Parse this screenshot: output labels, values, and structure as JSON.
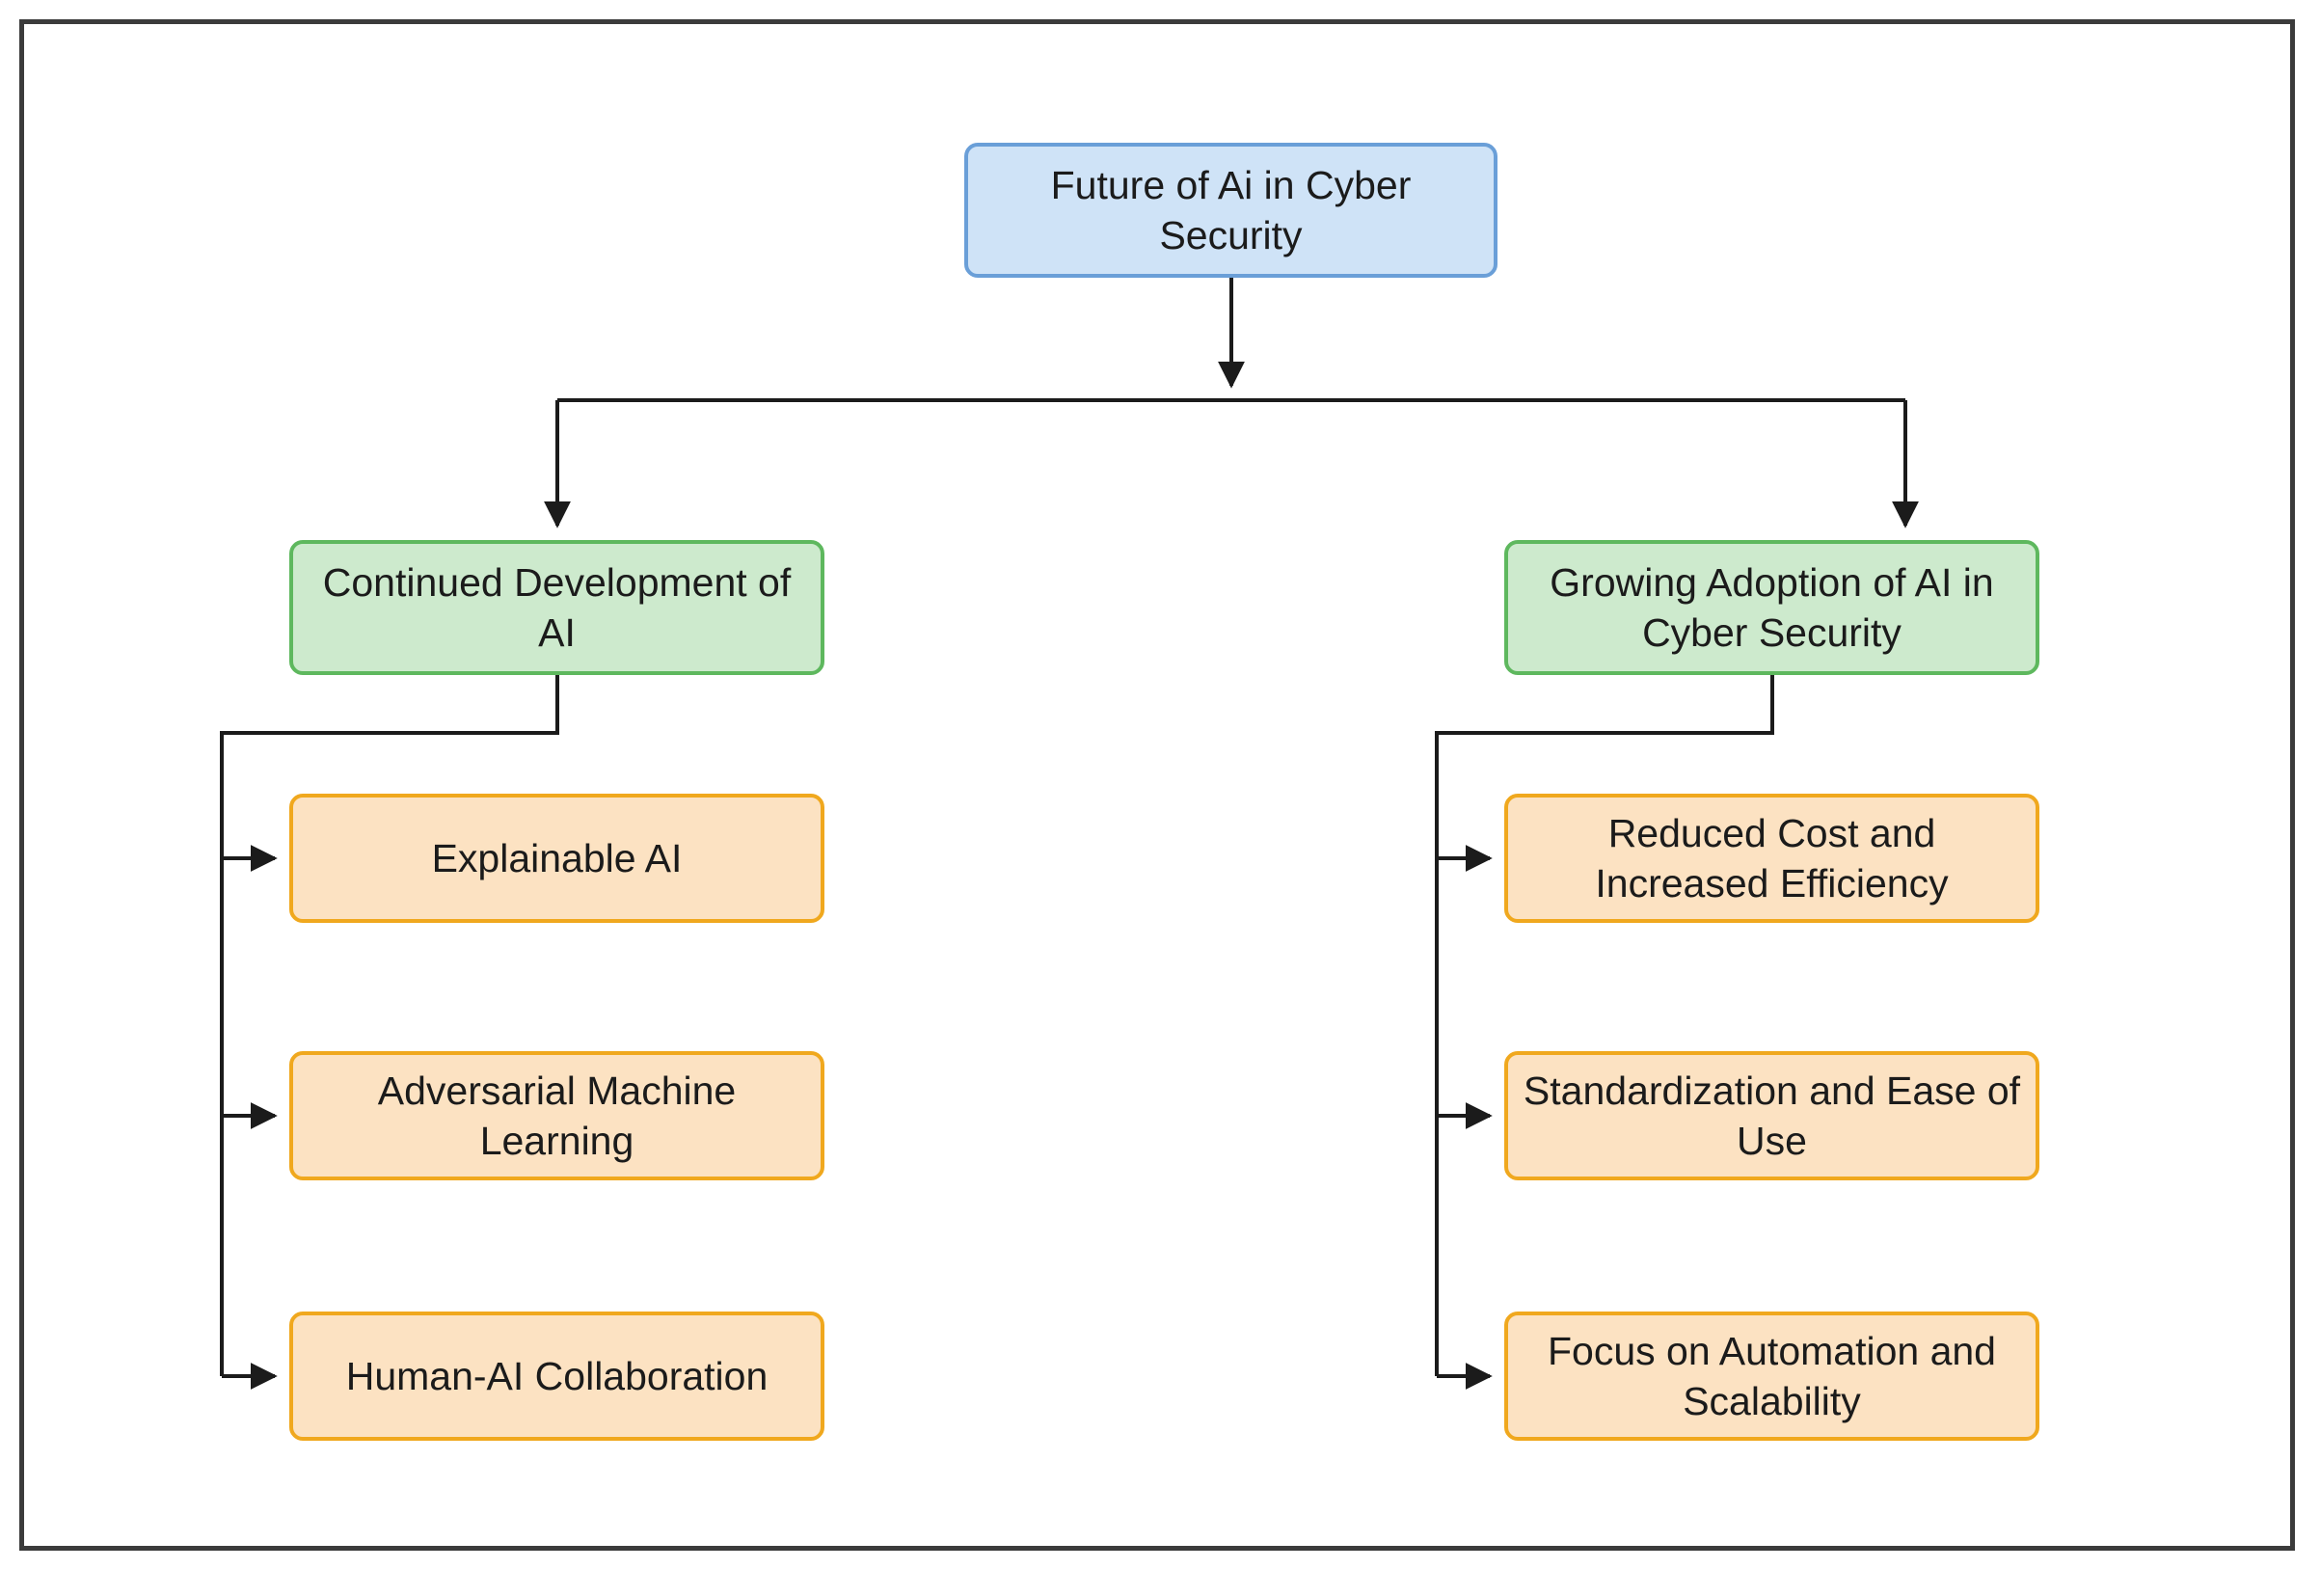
{
  "diagram": {
    "title": "Future of AI in Cyber Security flowchart",
    "type": "flowchart",
    "direction": "top-down",
    "background_color": "#ffffff",
    "frame_color": "#3b3b3b",
    "colors": {
      "root_fill": "#cfe3f7",
      "root_border": "#6a9fd8",
      "branch_fill": "#cdeacd",
      "branch_border": "#5eb85e",
      "leaf_fill": "#fce2c2",
      "leaf_border": "#f0a81e",
      "edge": "#1b1b1b",
      "text": "#1b1b1b"
    },
    "root": {
      "label": "Future of Ai in Cyber Security"
    },
    "branches": [
      {
        "label": "Continued Development of AI",
        "children": [
          {
            "label": "Explainable AI"
          },
          {
            "label": "Adversarial Machine Learning"
          },
          {
            "label": "Human-AI Collaboration"
          }
        ]
      },
      {
        "label": "Growing Adoption of AI in Cyber Security",
        "children": [
          {
            "label": "Reduced Cost and Increased Efficiency"
          },
          {
            "label": "Standardization and Ease of Use"
          },
          {
            "label": "Focus on Automation and Scalability"
          }
        ]
      }
    ]
  }
}
